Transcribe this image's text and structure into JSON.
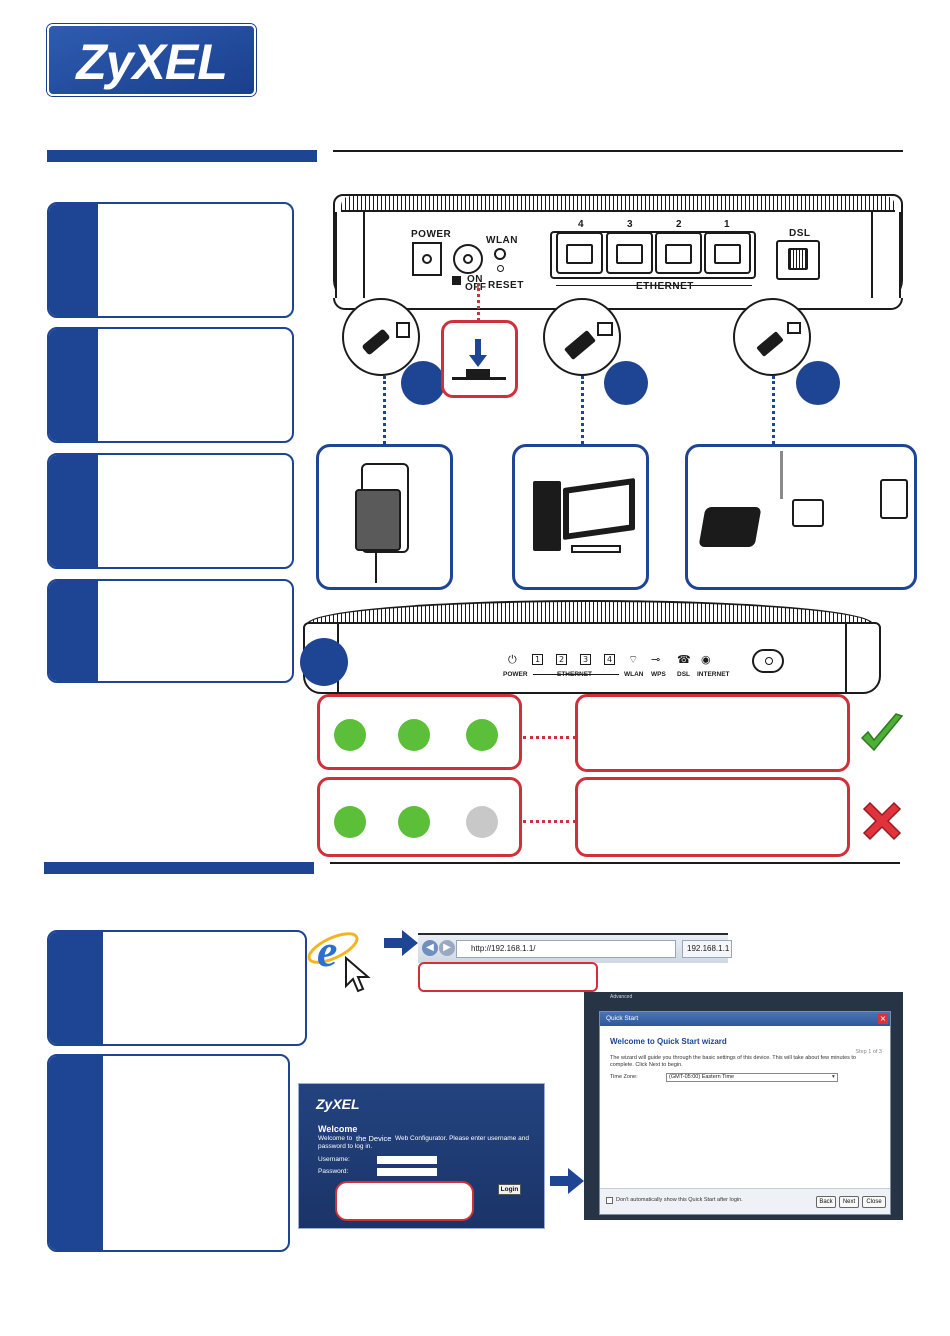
{
  "brand": {
    "logo": "ZyXEL"
  },
  "rear_panel": {
    "power": "POWER",
    "wlan": "WLAN",
    "on": "ON",
    "off": "OFF",
    "reset": "RESET",
    "eth_nums": [
      "4",
      "3",
      "2",
      "1"
    ],
    "ethernet": "ETHERNET",
    "dsl": "DSL"
  },
  "front_panel": {
    "leds": [
      "POWER",
      "ETHERNET",
      "WLAN",
      "WPS",
      "DSL",
      "INTERNET"
    ],
    "eth_nums": [
      "1",
      "2",
      "3",
      "4"
    ]
  },
  "led_status": {
    "good": {
      "colors": [
        "#5cbf3a",
        "#5cbf3a",
        "#5cbf3a"
      ],
      "result": "check-mark"
    },
    "bad": {
      "colors": [
        "#5cbf3a",
        "#5cbf3a",
        "#c8c8c8"
      ],
      "result": "cross-mark"
    }
  },
  "browser": {
    "url": "http://192.168.1.1/",
    "tab": "192.168.1.1"
  },
  "login": {
    "logo": "ZyXEL",
    "welcome": "Welcome",
    "line1_a": "Welcome to",
    "line1_b": "the Device",
    "line1_c": "Web Configurator. Please enter username and",
    "line2": "password to log in.",
    "username": "Username:",
    "password": "Password:",
    "login_btn": "Login"
  },
  "quick_start": {
    "top_label": "Advanced",
    "title": "Quick Start",
    "heading": "Welcome to Quick Start wizard",
    "step": "Step 1 of 3",
    "desc1": "The wizard will guide you through the basic settings of this device. This will take about few minutes to",
    "desc2": "complete. Click Next to begin.",
    "tz_label": "Time Zone:",
    "tz_value": "(GMT-05:00) Eastern Time",
    "checkbox": "Don't automatically show this Quick Start after login.",
    "back": "Back",
    "next": "Next",
    "close": "Close"
  },
  "colors": {
    "brand_blue": "#1e4494",
    "alert_red": "#d0303a",
    "led_green": "#5cbf3a",
    "led_off": "#c8c8c8"
  }
}
